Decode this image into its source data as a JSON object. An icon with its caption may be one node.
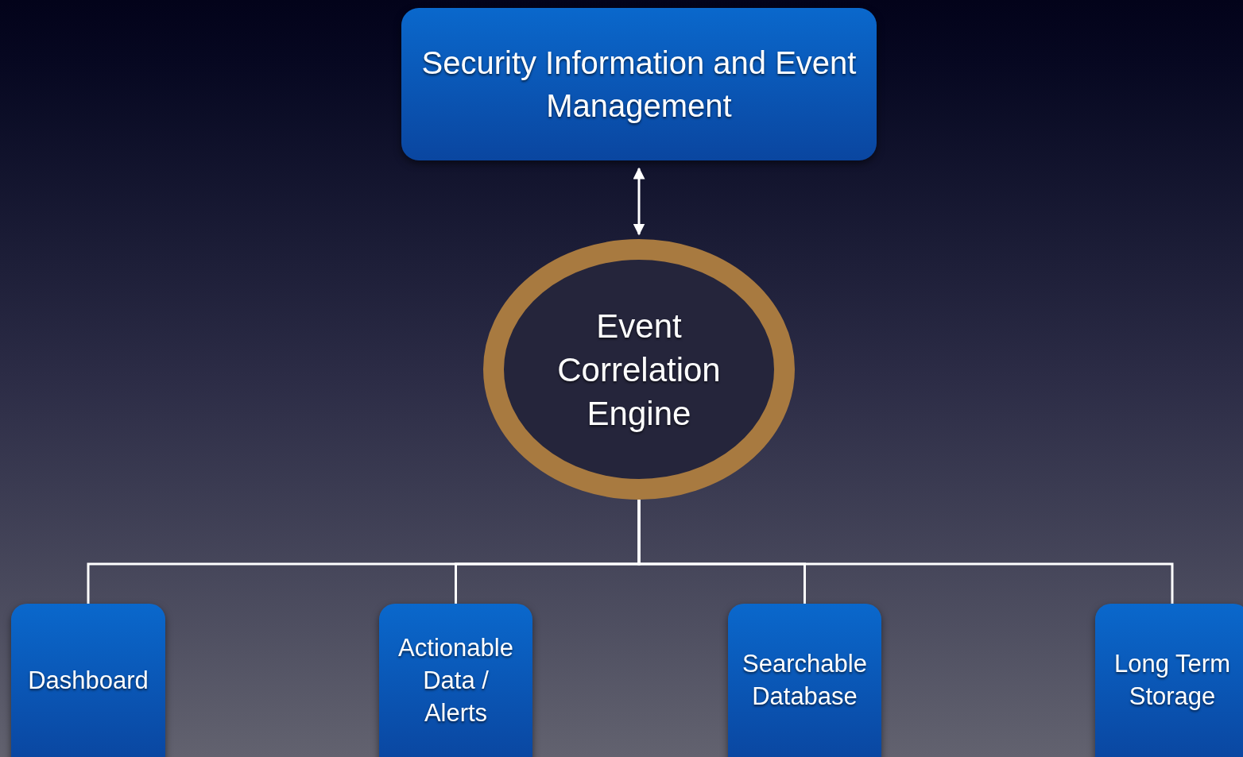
{
  "diagram": {
    "nodes": [
      {
        "text": [
          "Security Information and Event Management"
        ]
      },
      {
        "text": [
          "Event Correlation Engine"
        ]
      },
      {
        "text": [
          "Dashboard"
        ]
      },
      {
        "text": [
          "Actionable Data / Alerts"
        ]
      },
      {
        "text": [
          "Searchable Database"
        ]
      },
      {
        "text": [
          "Long Term Storage"
        ]
      }
    ],
    "edges": [
      {
        "from": 0,
        "to": 1,
        "arrow": "both"
      },
      {
        "from": 1,
        "to": 2,
        "arrow": "none"
      },
      {
        "from": 1,
        "to": 3,
        "arrow": "none"
      },
      {
        "from": 1,
        "to": 4,
        "arrow": "none"
      },
      {
        "from": 1,
        "to": 5,
        "arrow": "none"
      }
    ]
  }
}
